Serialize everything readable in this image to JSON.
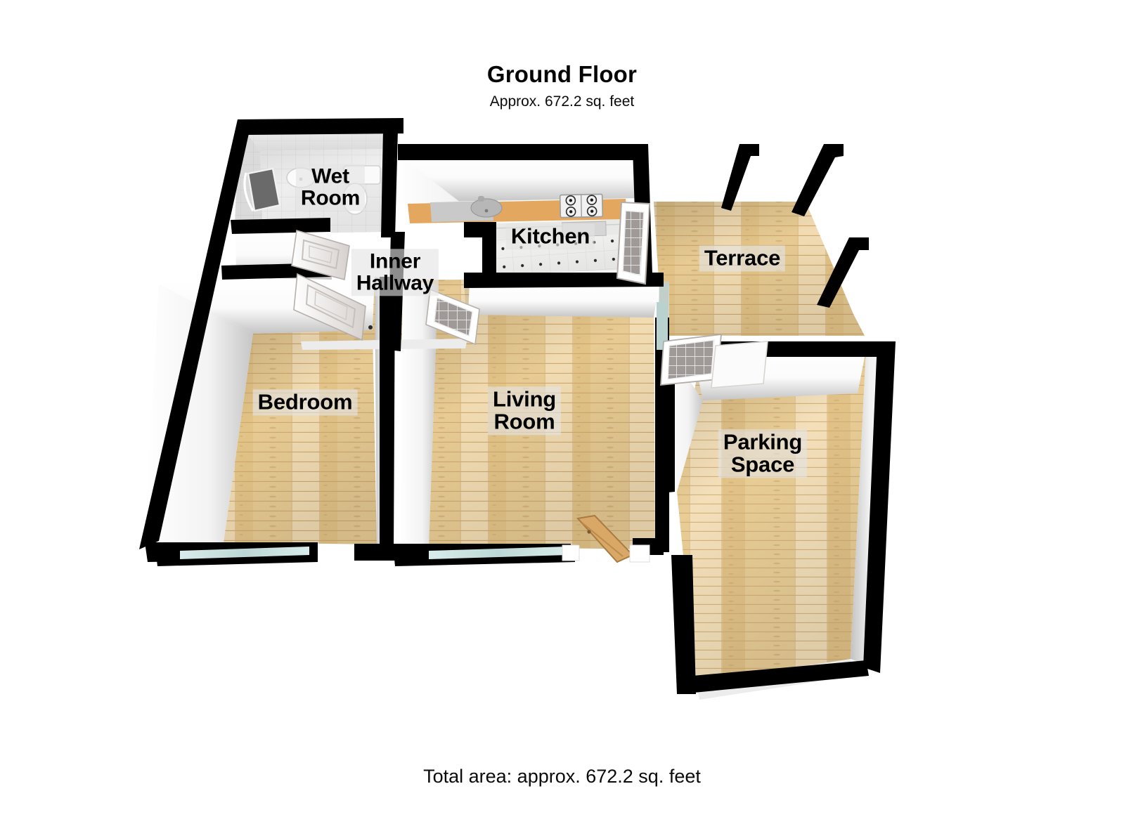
{
  "header": {
    "title": "Ground Floor",
    "subtitle": "Approx. 672.2 sq. feet"
  },
  "footer": {
    "total_area": "Total area: approx. 672.2 sq. feet"
  },
  "plan": {
    "view": "3D isometric floor plan",
    "rooms": [
      {
        "id": "wet-room",
        "label": "Wet\nRoom",
        "floor": "tile",
        "features": [
          "shower-screen",
          "wash-basin",
          "toilet"
        ]
      },
      {
        "id": "inner-hallway",
        "label": "Inner\nHallway",
        "floor": "wood",
        "features": [
          "panel-door",
          "panel-door",
          "glazed-door"
        ]
      },
      {
        "id": "kitchen",
        "label": "Kitchen",
        "floor": "tile",
        "features": [
          "worktop",
          "sink",
          "gas-hob",
          "french-door"
        ]
      },
      {
        "id": "bedroom",
        "label": "Bedroom",
        "floor": "wood",
        "features": [
          "window"
        ]
      },
      {
        "id": "living-room",
        "label": "Living\nRoom",
        "floor": "wood",
        "features": [
          "window",
          "entrance-door"
        ]
      },
      {
        "id": "terrace",
        "label": "Terrace",
        "floor": "decking",
        "features": [
          "wall-post",
          "wall-post",
          "wall-post"
        ]
      },
      {
        "id": "parking-space",
        "label": "Parking\nSpace",
        "floor": "decking",
        "features": [
          "glazed-door"
        ]
      }
    ]
  },
  "colors": {
    "wall_outline": "#000000",
    "wall_face": "#ffffff",
    "wall_shade": "#c9c9c9",
    "floor_wood_light": "#f3dcab",
    "floor_wood_mid": "#e6c489",
    "floor_wood_dark": "#d2a864",
    "floor_tile": "#f0f0ee",
    "label_background": "#e4e4e4",
    "text": "#000000",
    "glass": "#cfe3e2",
    "worktop_wood": "#e0a35f"
  }
}
